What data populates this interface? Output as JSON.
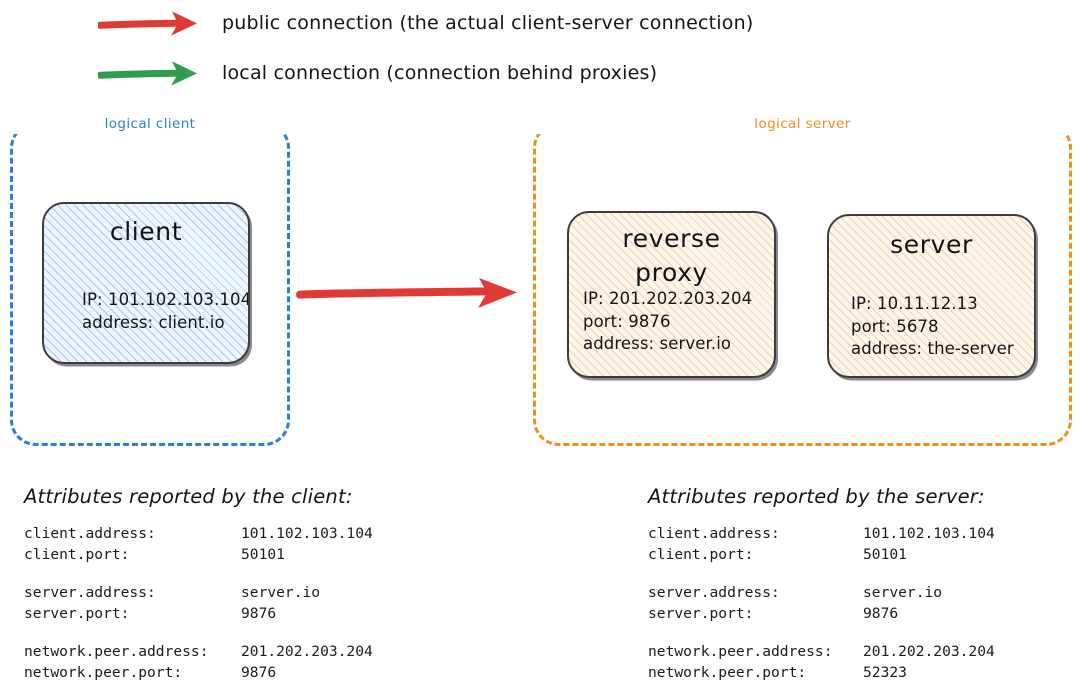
{
  "legend": {
    "items": [
      {
        "icon": "red-arrow-icon",
        "color": "#e03a36",
        "label": "public connection (the actual client-server connection)"
      },
      {
        "icon": "green-arrow-icon",
        "color": "#2e9e4c",
        "label": "local connection (connection behind proxies)"
      }
    ]
  },
  "diagram": {
    "client_zone": {
      "label": "logical client",
      "color": "#2b7cd3",
      "node": {
        "title": "client",
        "lines": "IP: 101.102.103.104\naddress: client.io"
      }
    },
    "server_zone": {
      "label": "logical server",
      "color": "#f28c1c",
      "nodes": [
        {
          "title_line1": "reverse",
          "title_line2": "proxy",
          "lines": "IP: 201.202.203.204\nport: 9876\naddress: server.io"
        },
        {
          "title": "server",
          "lines": "IP: 10.11.12.13\nport: 5678\naddress: the-server"
        }
      ]
    },
    "connection_arrow": {
      "icon": "red-arrow-icon",
      "color": "#e03a36"
    }
  },
  "attributes": {
    "client": {
      "heading": "Attributes reported by the client:",
      "groups": [
        [
          {
            "key": "client.address:",
            "value": "101.102.103.104"
          },
          {
            "key": "client.port:",
            "value": "50101"
          }
        ],
        [
          {
            "key": "server.address:",
            "value": "server.io"
          },
          {
            "key": "server.port:",
            "value": "9876"
          }
        ],
        [
          {
            "key": "network.peer.address:",
            "value": "201.202.203.204"
          },
          {
            "key": "network.peer.port:",
            "value": "9876"
          }
        ]
      ]
    },
    "server": {
      "heading": "Attributes reported by the server:",
      "groups": [
        [
          {
            "key": "client.address:",
            "value": "101.102.103.104"
          },
          {
            "key": "client.port:",
            "value": "50101"
          }
        ],
        [
          {
            "key": "server.address:",
            "value": "server.io"
          },
          {
            "key": "server.port:",
            "value": "9876"
          }
        ],
        [
          {
            "key": "network.peer.address:",
            "value": "201.202.203.204"
          },
          {
            "key": "network.peer.port:",
            "value": "52323"
          }
        ]
      ]
    }
  }
}
